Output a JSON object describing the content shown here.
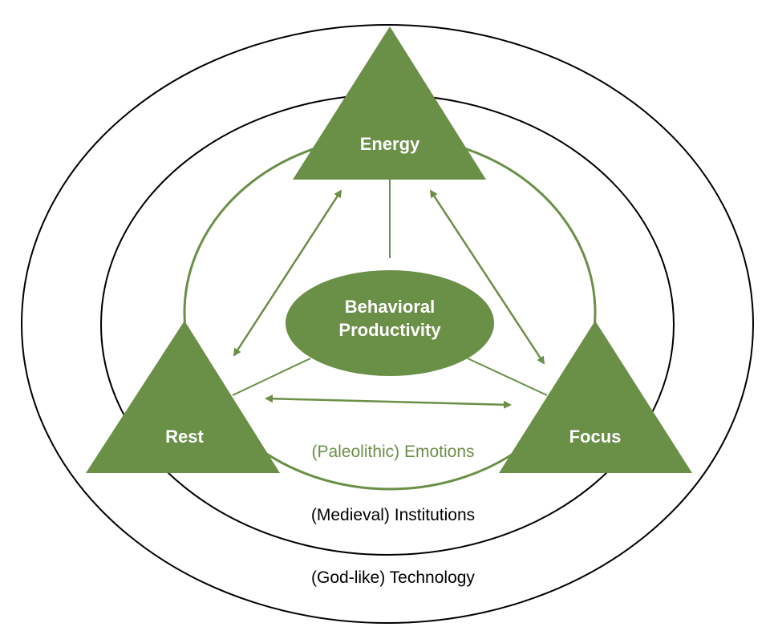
{
  "colors": {
    "green": "#6a8f47",
    "outline": "#000000"
  },
  "nodes": {
    "energy": "Energy",
    "rest": "Rest",
    "focus": "Focus",
    "center_line1": "Behavioral",
    "center_line2": "Productivity"
  },
  "layers": {
    "emotions": "(Paleolithic) Emotions",
    "institutions": "(Medieval) Institutions",
    "technology": "(God-like) Technology"
  }
}
